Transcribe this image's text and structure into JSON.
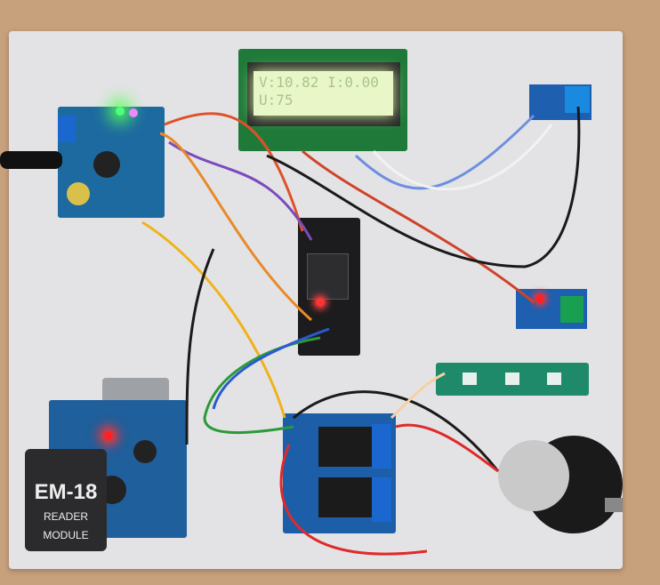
{
  "lcd": {
    "line1": "V:10.82 I:0.00",
    "line2": "U:75"
  },
  "rfid_module": {
    "name": "EM-18",
    "line1": "READER",
    "line2": "MODULE"
  },
  "colors": {
    "background": "#c7a07c",
    "board": "#e3e3e6",
    "pcb_blue": "#1d5ea8",
    "pcb_green": "#1f7a3a",
    "led_red": "#ff2020",
    "led_green": "#3dff6a"
  }
}
